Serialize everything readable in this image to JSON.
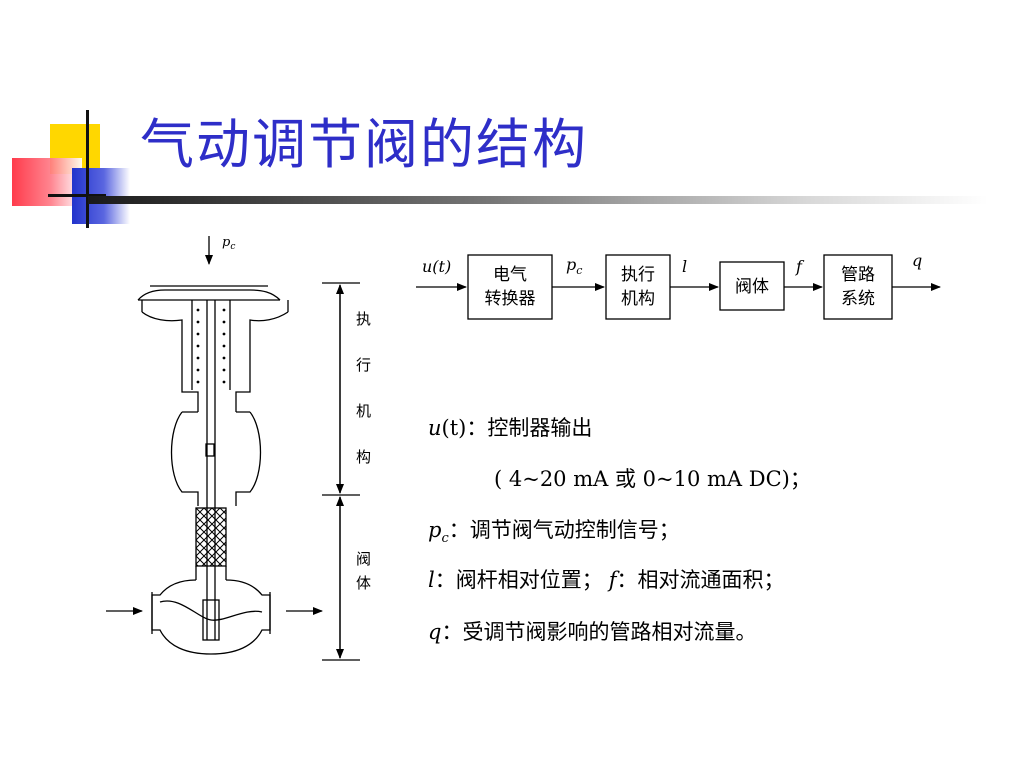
{
  "title": "气动调节阀的结构",
  "valve": {
    "input_signal": "p",
    "input_signal_sub": "c",
    "label_actuator": [
      "执",
      "行",
      "机",
      "构"
    ],
    "label_body": [
      "阀",
      "体"
    ]
  },
  "block_diagram": {
    "input_label": "u(t)",
    "blocks": [
      {
        "line1": "电气",
        "line2": "转换器"
      },
      {
        "line1": "执行",
        "line2": "机构"
      },
      {
        "line1": "阀体",
        "line2": ""
      },
      {
        "line1": "管路",
        "line2": "系统"
      }
    ],
    "signal_pc": "p",
    "signal_pc_sub": "c",
    "signal_l": "l",
    "signal_f": "f",
    "signal_q": "q"
  },
  "descriptions": {
    "u_symbol": "u",
    "u_arg": "(t)",
    "u_text": "：控制器输出",
    "u_range": "( 4~20 mA 或 0~10 mA DC)；",
    "pc_symbol": "p",
    "pc_sub": "c",
    "pc_text": "：调节阀气动控制信号；",
    "l_symbol": "l",
    "l_text": "：阀杆相对位置；",
    "f_symbol": "f",
    "f_text": "：相对流通面积；",
    "q_symbol": "q",
    "q_text": "：受调节阀影响的管路相对流量。"
  }
}
